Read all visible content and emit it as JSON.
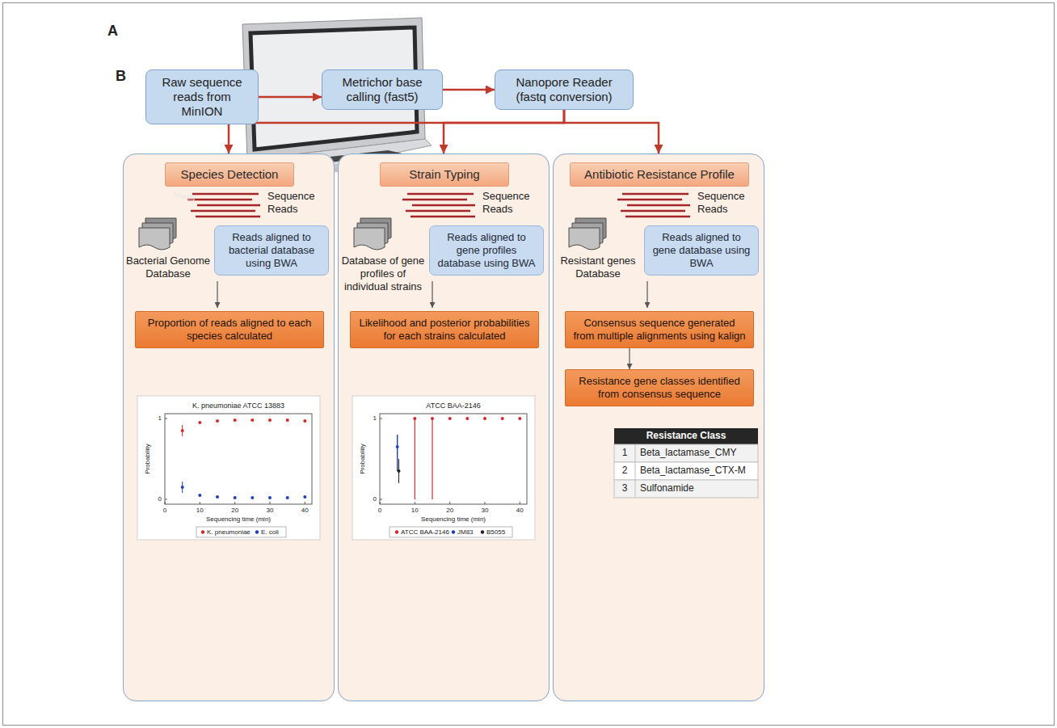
{
  "diagram": {
    "nodes": [
      {
        "text": [
          "Raw sequence reads from MinION"
        ]
      },
      {
        "text": [
          "Metrichor base calling (fast5)"
        ]
      },
      {
        "text": [
          "Nanopore Reader (fastq conversion)"
        ]
      },
      {
        "text": [
          "Sequence Reads",
          "Bacterial Genome Database"
        ]
      },
      {
        "text": [
          "Species Detection"
        ],
        "in": 3
      },
      {
        "text": [
          "Reads aligned to bacterial database using BWA"
        ],
        "in": 3
      },
      {
        "text": [
          "Proportion of reads aligned to each species calculated"
        ],
        "in": 3
      },
      {
        "text": [
          "Sequence Reads",
          "Database of gene profiles of individual strains"
        ]
      },
      {
        "text": [
          "Strain Typing"
        ],
        "in": 7
      },
      {
        "text": [
          "Reads aligned to gene profiles database using BWA"
        ],
        "in": 7
      },
      {
        "text": [
          "Likelihood and posterior probabilities for each strains calculated"
        ],
        "in": 7
      },
      {
        "text": [
          "Sequence Reads",
          "Resistant genes Database"
        ]
      },
      {
        "text": [
          "Antibiotic Resistance Profile"
        ],
        "in": 11
      },
      {
        "text": [
          "Reads aligned to gene database using BWA"
        ],
        "in": 11
      },
      {
        "text": [
          "Consensus sequence generated from multiple alignments using kalign"
        ],
        "in": 11
      },
      {
        "text": [
          "Resistance gene classes identified from consensus sequence"
        ],
        "in": 11
      }
    ],
    "edges": [
      {
        "from": 0,
        "to": 1,
        "arrow": "to"
      },
      {
        "from": 1,
        "to": 2,
        "arrow": "to"
      },
      {
        "from": 2,
        "to": 3,
        "arrow": "to"
      },
      {
        "from": 2,
        "to": 7,
        "arrow": "to"
      },
      {
        "from": 2,
        "to": 11,
        "arrow": "to"
      },
      {
        "from": 14,
        "to": 15,
        "arrow": "to"
      }
    ],
    "labels": [
      "A",
      "MinION",
      "B",
      "K. pneumoniae ATCC 13883",
      "Probability",
      "0",
      "1",
      "0",
      "10",
      "20",
      "30",
      "40",
      "Sequencing time (min)",
      "K. pneumoniae",
      "E. coli",
      "ATCC BAA-2146",
      "Probability",
      "0",
      "1",
      "0",
      "10",
      "20",
      "30",
      "40",
      "Sequencing time (min)",
      "ATCC BAA-2146",
      "JM83",
      "B5055",
      "Resistance Class",
      "1",
      "Beta_lactamase_CMY",
      "2",
      "Beta_lactamase_CTX-M",
      "3",
      "Sulfonamide"
    ]
  }
}
